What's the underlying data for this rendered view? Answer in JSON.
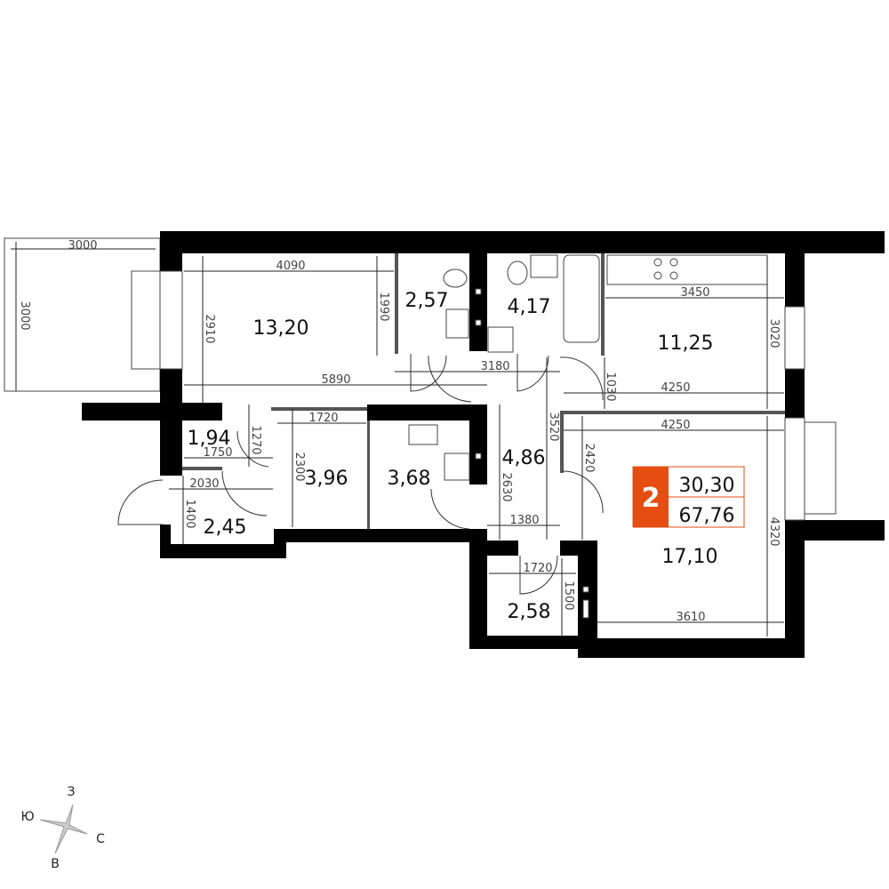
{
  "rooms": {
    "living_1": "13,20",
    "wc": "2,57",
    "bathroom": "4,17",
    "kitchen": "11,25",
    "hall_small": "1,94",
    "storage": "3,96",
    "bath_2": "3,68",
    "corridor": "4,86",
    "entry": "2,45",
    "bedroom": "17,10",
    "closet": "2,58"
  },
  "dimensions": {
    "balcony_w": "3000",
    "balcony_h": "3000",
    "living_w": "4090",
    "living_h": "2910",
    "living_h2": "1990",
    "living_full": "5890",
    "corr_w": "3180",
    "corr_h": "3520",
    "door_h": "1030",
    "kitchen_w": "3450",
    "kitchen_h": "3020",
    "kitchen_w2": "4250",
    "bed_w": "4250",
    "bed_h": "4320",
    "bed_h2": "2420",
    "bed_w2": "3610",
    "storage_w": "1720",
    "storage_h": "2300",
    "hall_h": "1270",
    "hall_w": "1750",
    "entry_w": "2030",
    "entry_h": "1400",
    "corr_h2": "2630",
    "corr_w2": "1380",
    "closet_w": "1720",
    "closet_h": "1500"
  },
  "badge": {
    "rooms_count": "2",
    "living_area": "30,30",
    "total_area": "67,76",
    "color": "#e64d10"
  },
  "compass": {
    "north": "З",
    "south": "В",
    "west": "Ю",
    "east": "С"
  }
}
